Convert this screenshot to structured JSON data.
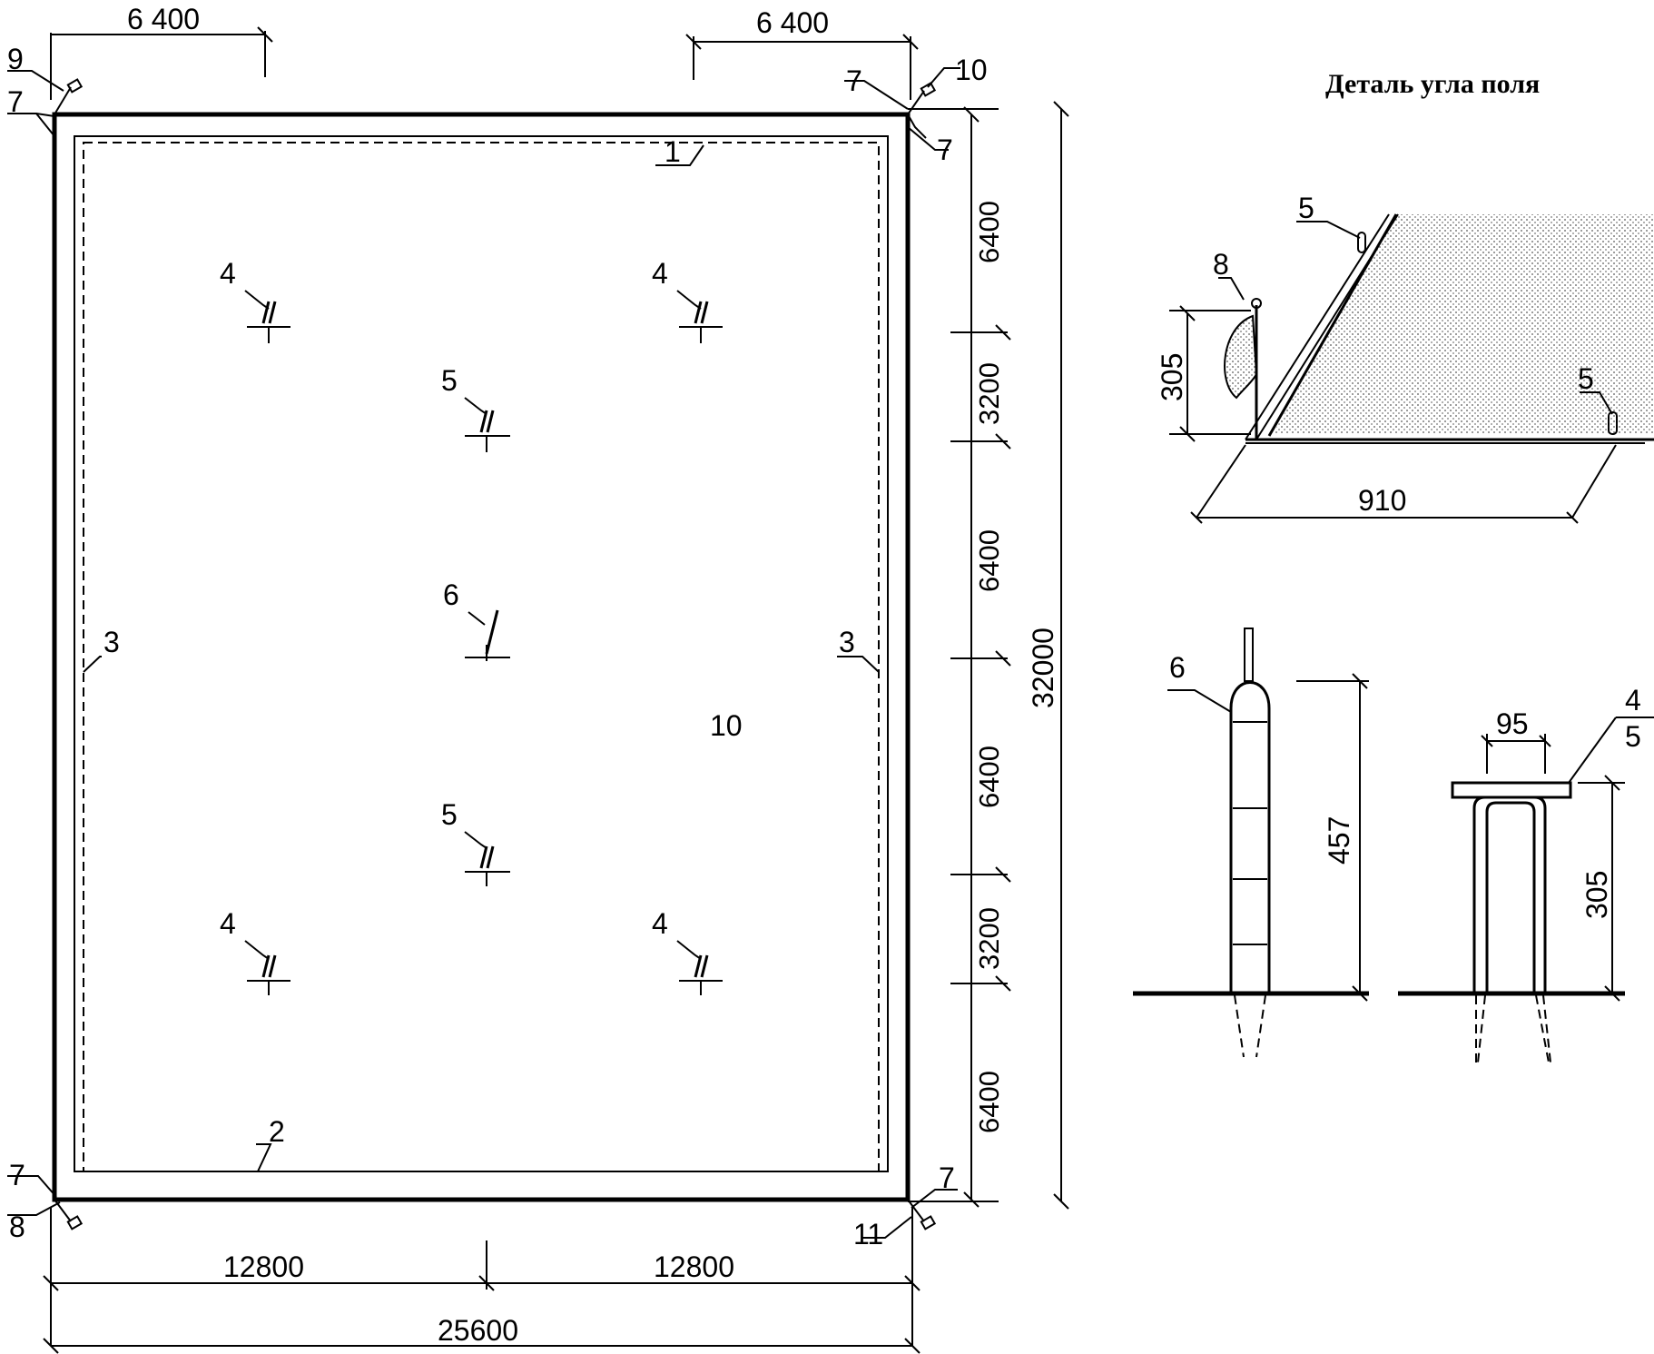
{
  "detail_title": "Деталь угла поля",
  "dimensions": {
    "top_left": "6 400",
    "top_right": "6 400",
    "bottom_half_left": "12800",
    "bottom_half_right": "12800",
    "bottom_total": "25600",
    "right_total": "32000",
    "right_segments": [
      "6400",
      "3200",
      "6400",
      "6400",
      "3200",
      "6400"
    ],
    "detail_flag_height": "305",
    "detail_width": "910",
    "stake_height": "457",
    "wicket_width": "95",
    "wicket_height": "305"
  },
  "labels": {
    "boundary": "1",
    "baseline": "2",
    "side_left": "3",
    "side_right": "3",
    "wicket_1": "4",
    "wicket_2": "4",
    "wicket_3": "4",
    "wicket_4": "4",
    "center_wicket_top": "5",
    "center_wicket_bottom": "5",
    "center_stake": "6",
    "corner_tl": "7",
    "corner_tr_top": "7",
    "corner_tr_side": "7",
    "corner_bl": "7",
    "corner_br": "7",
    "flag_bl": "8",
    "flag_tl": "9",
    "flag_tr": "10",
    "flag_br": "11",
    "field": "10",
    "detail_wicket_a": "5",
    "detail_wicket_b": "5",
    "detail_flag": "8",
    "detail_stake": "6",
    "detail_wicket_top": "4",
    "detail_wicket_bottom": "5"
  }
}
